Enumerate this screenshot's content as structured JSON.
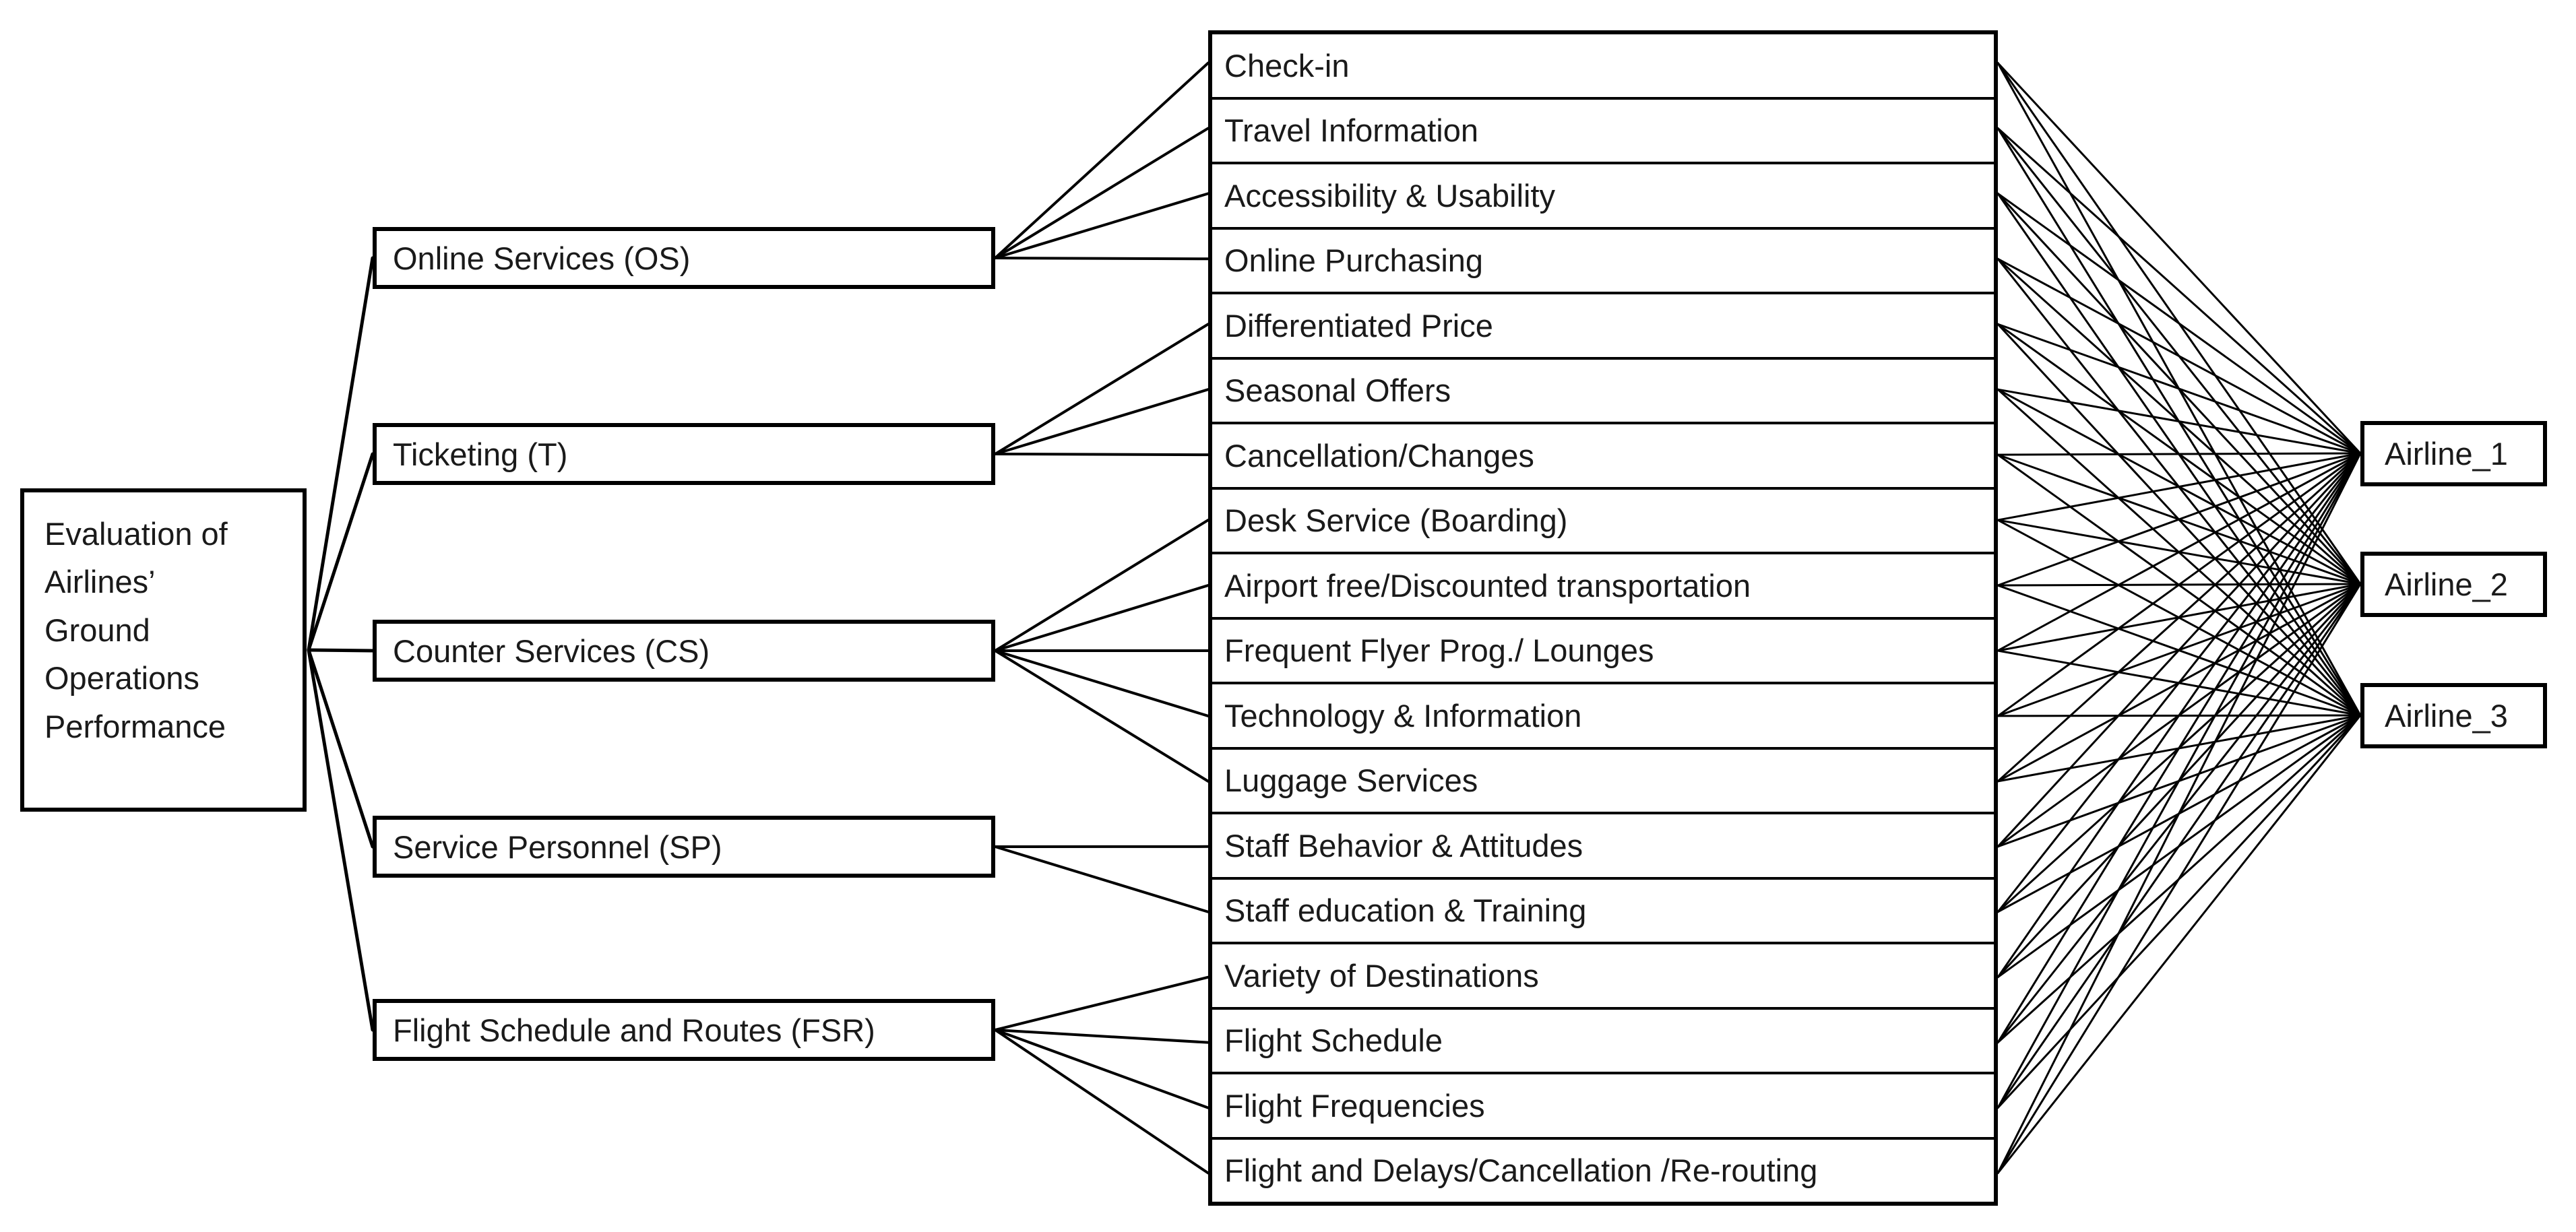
{
  "diagram": {
    "type": "ahp-hierarchy",
    "title_text": "",
    "goal": {
      "label": "Evaluation of Airlines’ Ground Operations Performance",
      "lines": "Evaluation of\nAirlines’\nGround\nOperations\nPerformance"
    },
    "criteria": [
      {
        "id": "OS",
        "label": "Online Services (OS)"
      },
      {
        "id": "T",
        "label": "Ticketing (T)"
      },
      {
        "id": "CS",
        "label": "Counter Services (CS)"
      },
      {
        "id": "SP",
        "label": "Service Personnel (SP)"
      },
      {
        "id": "FSR",
        "label": "Flight Schedule and Routes (FSR)"
      }
    ],
    "subcriteria": [
      {
        "label": "Check-in",
        "parent": "OS"
      },
      {
        "label": "Travel Information",
        "parent": "OS"
      },
      {
        "label": "Accessibility & Usability",
        "parent": "OS"
      },
      {
        "label": "Online Purchasing",
        "parent": "OS"
      },
      {
        "label": "Differentiated Price",
        "parent": "T"
      },
      {
        "label": "Seasonal Offers",
        "parent": "T"
      },
      {
        "label": "Cancellation/Changes",
        "parent": "T"
      },
      {
        "label": "Desk Service (Boarding)",
        "parent": "CS"
      },
      {
        "label": "Airport free/Discounted transportation",
        "parent": "CS"
      },
      {
        "label": "Frequent Flyer Prog./ Lounges",
        "parent": "CS"
      },
      {
        "label": "Technology & Information",
        "parent": "CS"
      },
      {
        "label": "Luggage Services",
        "parent": "CS"
      },
      {
        "label": "Staff Behavior & Attitudes",
        "parent": "SP"
      },
      {
        "label": "Staff education & Training",
        "parent": "SP"
      },
      {
        "label": "Variety of Destinations",
        "parent": "FSR"
      },
      {
        "label": "Flight Schedule",
        "parent": "FSR"
      },
      {
        "label": "Flight Frequencies",
        "parent": "FSR"
      },
      {
        "label": "Flight and Delays/Cancellation /Re-routing",
        "parent": "FSR"
      }
    ],
    "alternatives": [
      {
        "label": "Airline_1"
      },
      {
        "label": "Airline_2"
      },
      {
        "label": "Airline_3"
      }
    ],
    "colors": {
      "line": "#000000",
      "box_border": "#000000",
      "box_fill": "#ffffff",
      "text": "#1a1a1a"
    }
  }
}
